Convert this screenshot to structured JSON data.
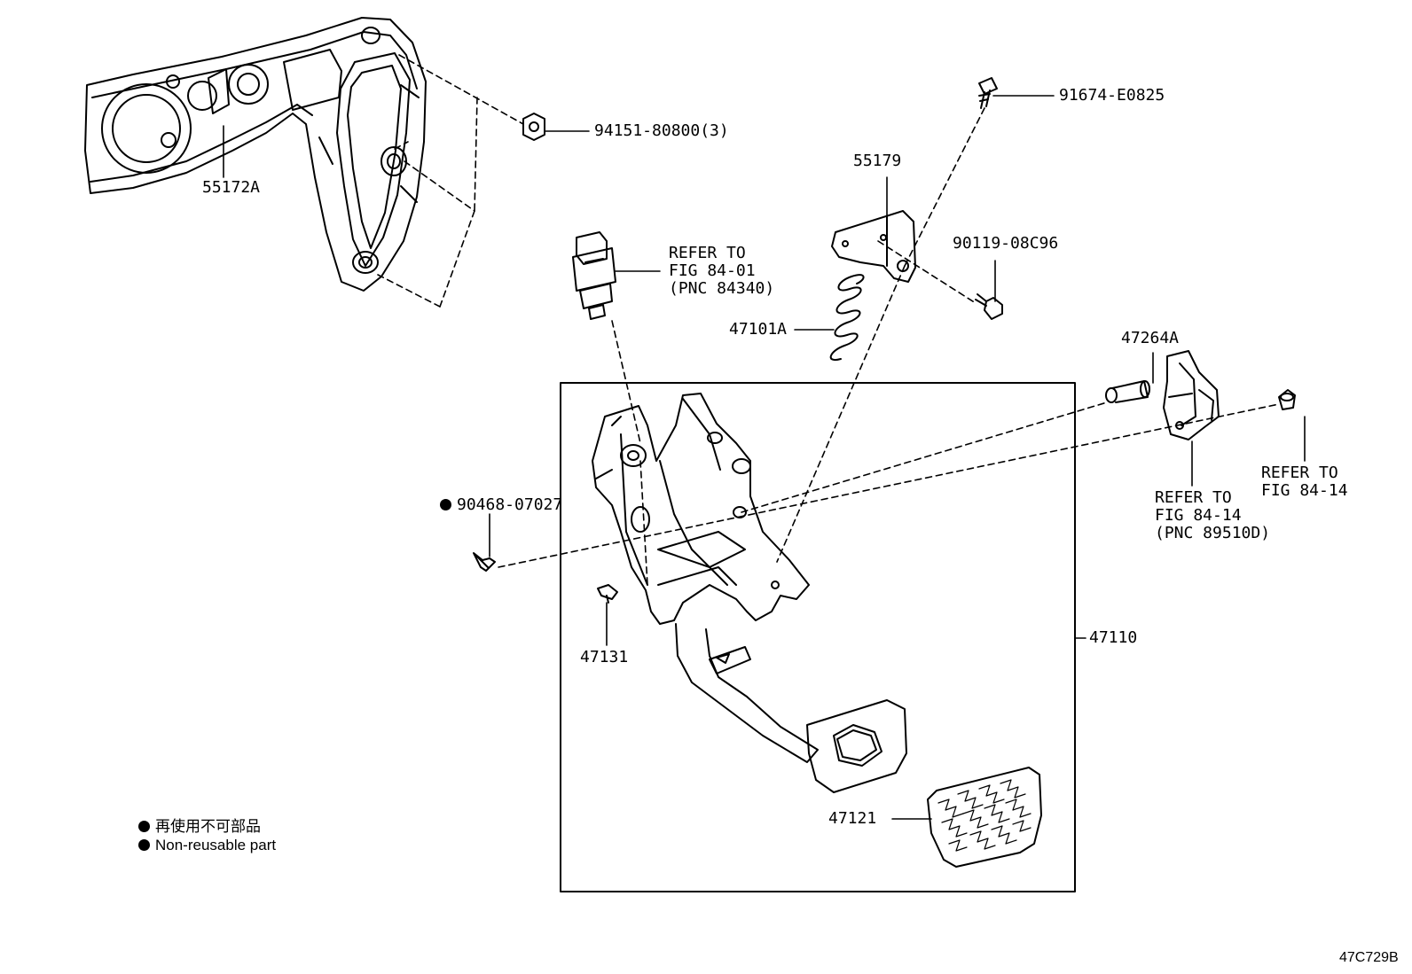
{
  "parts": {
    "p55172a": "55172A",
    "p94151": "94151-80800(3)",
    "p91674": "91674-E0825",
    "p55179": "55179",
    "p90119": "90119-08C96",
    "p47101a": "47101A",
    "p47264a": "47264A",
    "p90468": "90468-07027",
    "p47131": "47131",
    "p47110": "47110",
    "p47121": "47121"
  },
  "refs": {
    "stop_switch": {
      "line1": "REFER TO",
      "line2": "FIG 84-01",
      "line3": "(PNC 84340)"
    },
    "bracket": {
      "line1": "REFER TO",
      "line2": "FIG 84-14",
      "line3": "(PNC 89510D)"
    },
    "clip": {
      "line1": "REFER TO",
      "line2": "FIG 84-14"
    }
  },
  "legend": {
    "japanese": "再使用不可部品",
    "english": "Non-reusable part"
  },
  "figure_id": "47C729B"
}
